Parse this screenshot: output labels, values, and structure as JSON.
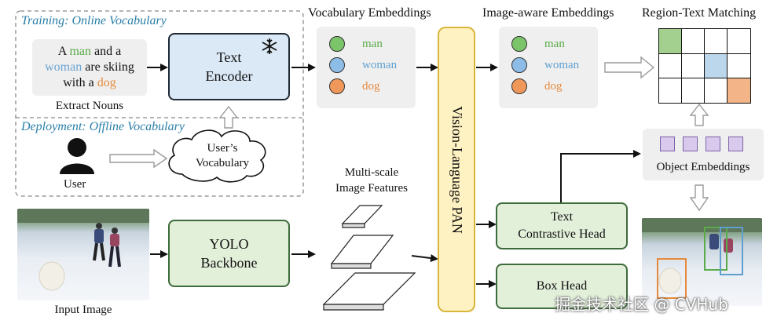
{
  "training": {
    "title": "Training: Online Vocabulary",
    "sentence": [
      {
        "t": "A ",
        "c": "#111111"
      },
      {
        "t": "man",
        "c": "#5aab4a"
      },
      {
        "t": " and a",
        "c": "#111111"
      },
      {
        "br": true
      },
      {
        "t": "woman",
        "c": "#6aa3d2"
      },
      {
        "t": " are skiing",
        "c": "#111111"
      },
      {
        "br": true
      },
      {
        "t": "with a ",
        "c": "#111111"
      },
      {
        "t": "dog",
        "c": "#e6893b"
      }
    ],
    "extract_label": "Extract Nouns"
  },
  "deployment": {
    "title": "Deployment: Offline Vocabulary",
    "user_label": "User",
    "cloud_line1": "User’s",
    "cloud_line2": "Vocabulary"
  },
  "text_encoder": {
    "line1": "Text",
    "line2": "Encoder",
    "frozen_icon": "snowflake-icon"
  },
  "vocab_embeddings": {
    "title": "Vocabulary Embeddings",
    "items": [
      {
        "word": "man",
        "color": "#7cc46a",
        "text_color": "#5aab4a"
      },
      {
        "word": "woman",
        "color": "#8dbde6",
        "text_color": "#5f9fd0"
      },
      {
        "word": "dog",
        "color": "#f0985a",
        "text_color": "#e6893b"
      }
    ]
  },
  "image_aware": {
    "title": "Image-aware Embeddings",
    "items": [
      {
        "word": "man",
        "color": "#7cc46a",
        "text_color": "#5aab4a"
      },
      {
        "word": "woman",
        "color": "#8dbde6",
        "text_color": "#5f9fd0"
      },
      {
        "word": "dog",
        "color": "#f0985a",
        "text_color": "#e6893b"
      }
    ]
  },
  "region_text": {
    "title": "Region-Text Matching",
    "rows": 3,
    "cols": 4,
    "highlights": [
      {
        "r": 0,
        "c": 0,
        "color": "#a3d08e"
      },
      {
        "r": 1,
        "c": 2,
        "color": "#bcd6ec"
      },
      {
        "r": 2,
        "c": 3,
        "color": "#f3b587"
      }
    ]
  },
  "object_embeddings": {
    "label": "Object Embeddings",
    "count": 4
  },
  "pan": {
    "label": "Vision-Language PAN"
  },
  "multiscale": {
    "line1": "Multi-scale",
    "line2": "Image Features"
  },
  "text_head": {
    "line1": "Text",
    "line2": "Contrastive Head"
  },
  "box_head": {
    "label": "Box Head"
  },
  "yolo": {
    "line1": "YOLO",
    "line2": "Backbone"
  },
  "input_image": {
    "label": "Input Image"
  },
  "watermark": {
    "text": "掘金技术社区 @ CVHub"
  }
}
